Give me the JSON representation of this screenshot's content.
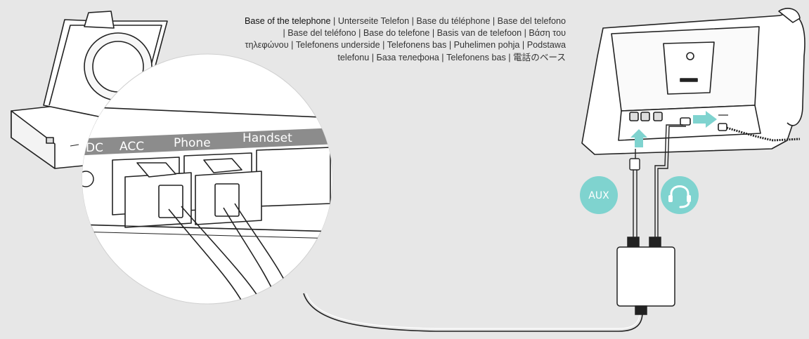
{
  "caption": {
    "lead": "Base of the telephone",
    "rest": " | Unterseite Telefon | Base du téléphone | Base del telefono | Base del teléfono | Base do telefone | Basis van de telefoon | Βάση του τηλεφώνου | Telefonens underside | Telefonens bas | Puhelimen pohja | Podstawa telefonu | База телефона | Telefonens bas | 電話のベース"
  },
  "ports": {
    "dc": "DC",
    "acc": "ACC",
    "phone": "Phone",
    "handset": "Handset"
  },
  "badges": {
    "aux": "AUX",
    "headset": "headset-icon"
  },
  "colors": {
    "accent": "#7fd3cf",
    "background": "#e7e7e7",
    "port_label_bg": "#8c8c8c"
  }
}
